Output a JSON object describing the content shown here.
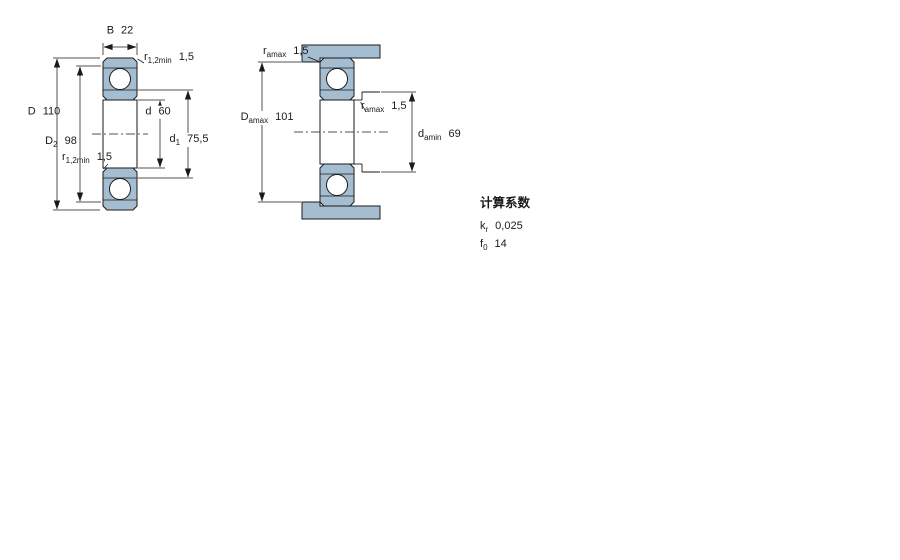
{
  "colors": {
    "section_fill": "#a5bdd1",
    "outline": "#1a1a1a"
  },
  "figure_left": {
    "description": "bearing cross-section with boundary dimensions",
    "dims": {
      "B": {
        "sym": "B",
        "val": "22"
      },
      "r_top": {
        "sym": "r",
        "sub": "1,2min",
        "val": "1,5"
      },
      "D": {
        "sym": "D",
        "val": "110"
      },
      "D2": {
        "sym": "D",
        "sub": "2",
        "val": "98"
      },
      "d": {
        "sym": "d",
        "val": "60"
      },
      "d1": {
        "sym": "d",
        "sub": "1",
        "val": "75,5"
      },
      "r_bottom": {
        "sym": "r",
        "sub": "1,2min",
        "val": "1,5"
      }
    }
  },
  "figure_right": {
    "description": "abutment and fillet dimensions",
    "dims": {
      "ra_top": {
        "sym": "r",
        "sub": "amax",
        "val": "1,5"
      },
      "Da": {
        "sym": "D",
        "sub": "amax",
        "val": "101"
      },
      "ra_mid": {
        "sym": "r",
        "sub": "amax",
        "val": "1,5"
      },
      "da": {
        "sym": "d",
        "sub": "amin",
        "val": "69"
      }
    }
  },
  "calculation_factors": {
    "title": "计算系数",
    "kr": {
      "sym": "k",
      "sub": "r",
      "val": "0,025"
    },
    "f0": {
      "sym": "f",
      "sub": "0",
      "val": "14"
    }
  }
}
